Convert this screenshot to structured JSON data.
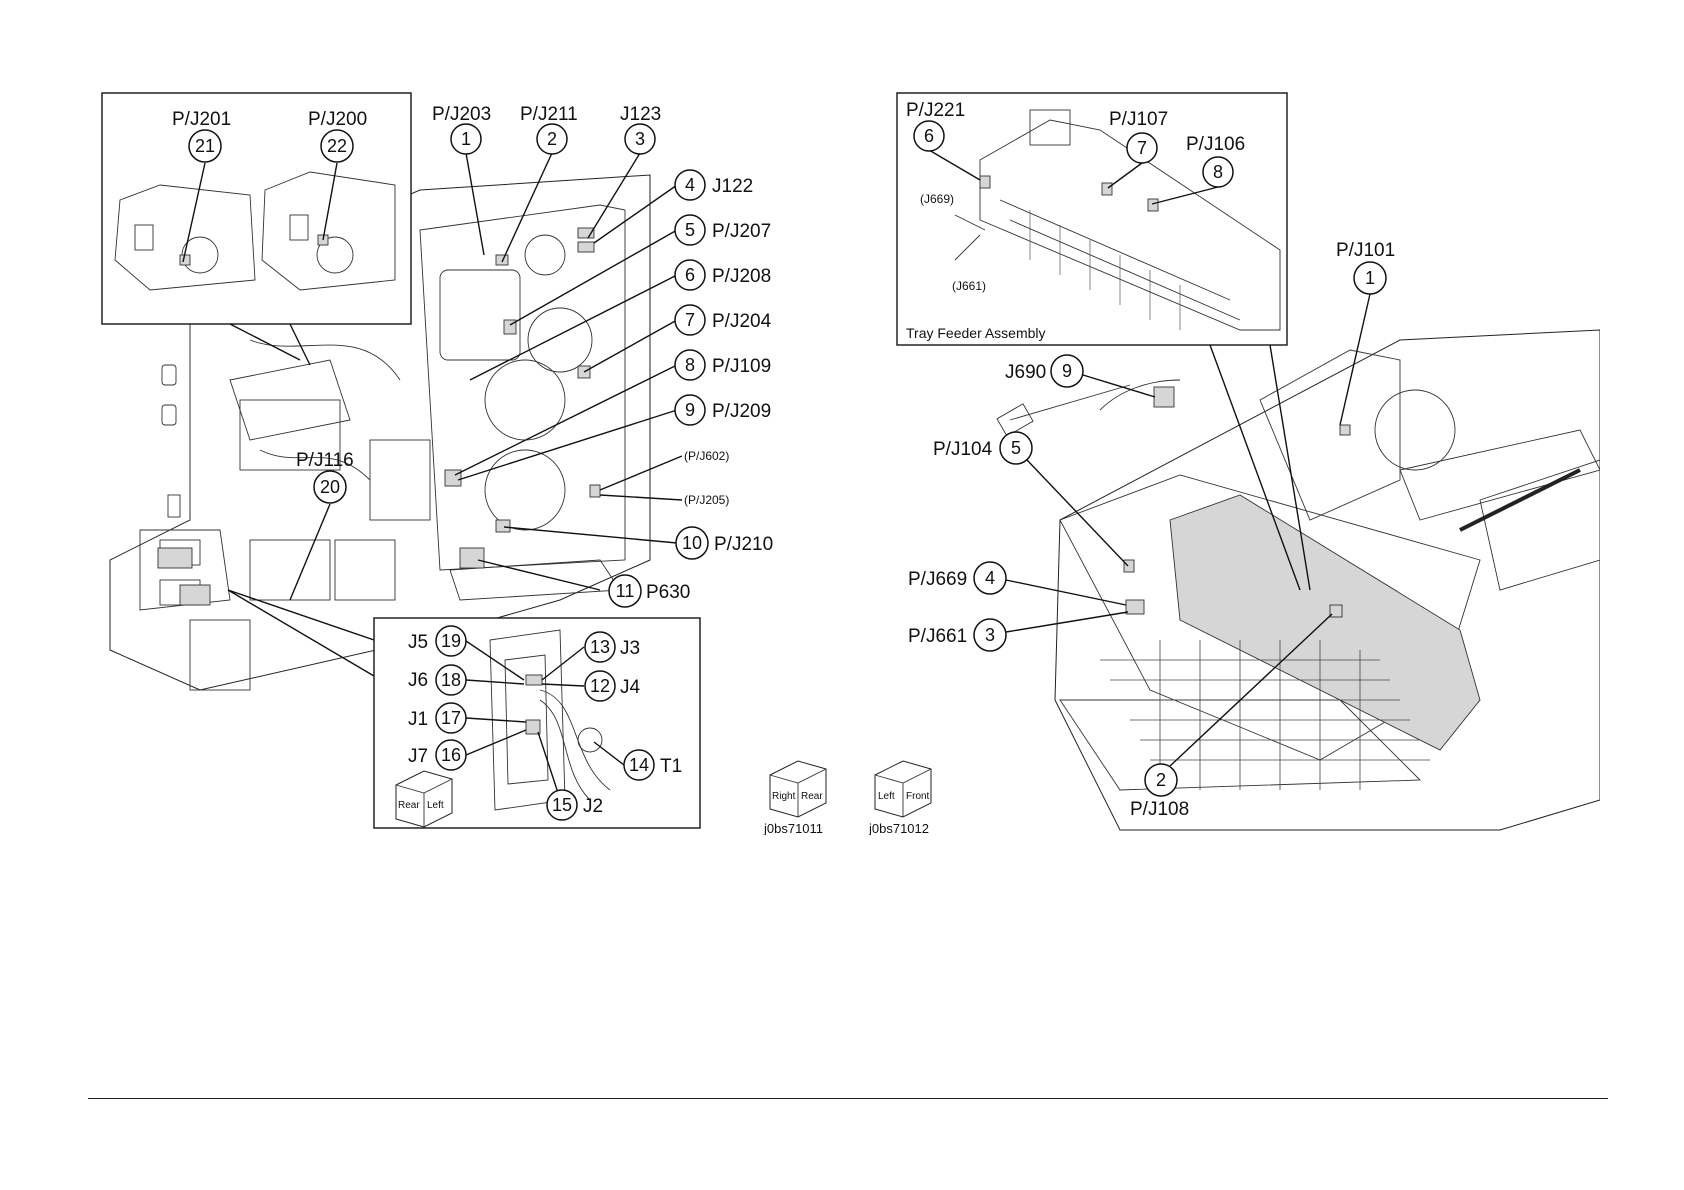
{
  "left_diagram": {
    "inset_top": {
      "connectors": [
        {
          "label": "P/J201",
          "num": "21"
        },
        {
          "label": "P/J200",
          "num": "22"
        }
      ]
    },
    "top_labels": [
      {
        "label": "P/J203",
        "num": "1"
      },
      {
        "label": "P/J211",
        "num": "2"
      },
      {
        "label": "J123",
        "num": "3"
      }
    ],
    "right_labels": [
      {
        "num": "4",
        "label": "J122"
      },
      {
        "num": "5",
        "label": "P/J207"
      },
      {
        "num": "6",
        "label": "P/J208"
      },
      {
        "num": "7",
        "label": "P/J204"
      },
      {
        "num": "8",
        "label": "P/J109"
      },
      {
        "num": "9",
        "label": "P/J209"
      },
      {
        "num": "10",
        "label": "P/J210"
      },
      {
        "num": "11",
        "label": "P630"
      }
    ],
    "small_labels": [
      "(P/J602)",
      "(P/J205)"
    ],
    "pj116": {
      "label": "P/J116",
      "num": "20"
    },
    "inset_bottom": {
      "left": [
        {
          "label": "J5",
          "num": "19"
        },
        {
          "label": "J6",
          "num": "18"
        },
        {
          "label": "J1",
          "num": "17"
        },
        {
          "label": "J7",
          "num": "16"
        }
      ],
      "right": [
        {
          "num": "13",
          "label": "J3"
        },
        {
          "num": "12",
          "label": "J4"
        },
        {
          "num": "14",
          "label": "T1"
        },
        {
          "num": "15",
          "label": "J2"
        }
      ],
      "orientation_box": [
        "Rear",
        "Left"
      ]
    }
  },
  "legend_boxes": [
    {
      "faces": [
        "Right",
        "Rear"
      ],
      "caption": "j0bs71011"
    },
    {
      "faces": [
        "Left",
        "Front"
      ],
      "caption": "j0bs71012"
    }
  ],
  "right_diagram": {
    "inset": {
      "connectors": [
        {
          "label": "P/J221",
          "num": "6"
        },
        {
          "label": "P/J107",
          "num": "7"
        },
        {
          "label": "P/J106",
          "num": "8"
        }
      ],
      "small_labels": [
        "(J669)",
        "(J661)"
      ],
      "caption": "Tray Feeder Assembly"
    },
    "labels": [
      {
        "label": "P/J101",
        "num": "1"
      },
      {
        "label": "J690",
        "num": "9"
      },
      {
        "label": "P/J104",
        "num": "5"
      },
      {
        "label": "P/J669",
        "num": "4"
      },
      {
        "label": "P/J661",
        "num": "3"
      },
      {
        "label": "P/J108",
        "num": "2"
      }
    ]
  },
  "colors": {
    "line": "#111111",
    "shade": "#d6d6d6",
    "background": "#ffffff"
  }
}
